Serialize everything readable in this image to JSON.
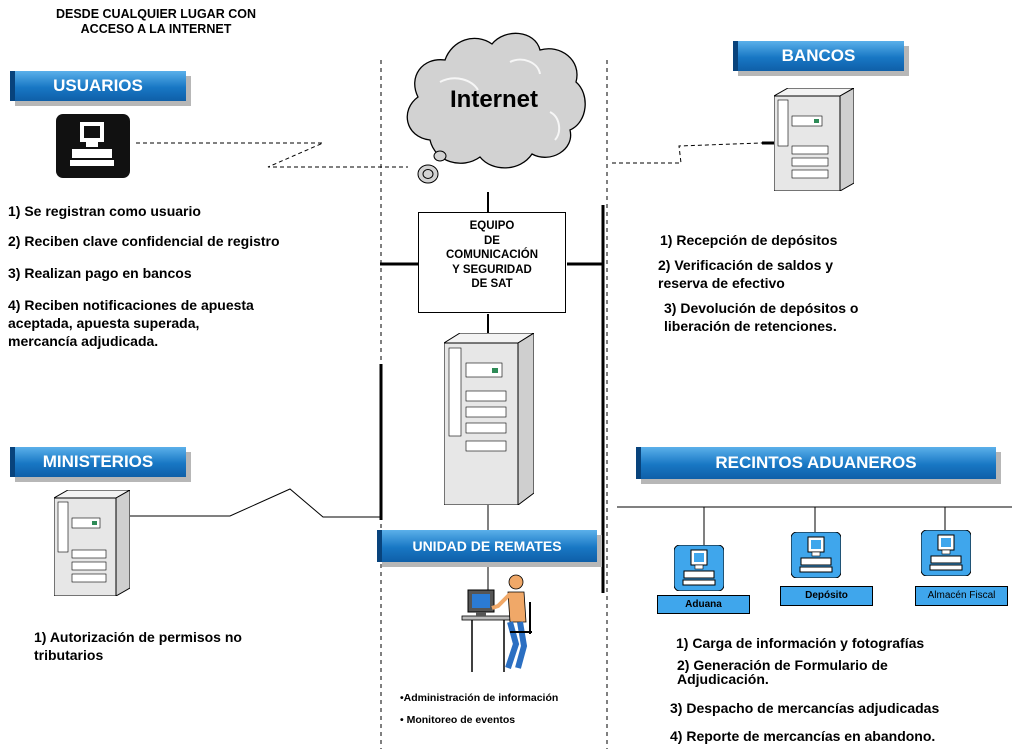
{
  "header": {
    "line1": "DESDE CUALQUIER LUGAR CON",
    "line2": "ACCESO A LA INTERNET"
  },
  "cloud": {
    "label": "Internet"
  },
  "equipo": {
    "lines": [
      "EQUIPO",
      "DE",
      "COMUNICACIÓN",
      "Y SEGURIDAD",
      "DE SAT"
    ]
  },
  "banners": {
    "usuarios": "USUARIOS",
    "bancos": "BANCOS",
    "ministerios": "MINISTERIOS",
    "recintos": "RECINTOS ADUANEROS",
    "unidad": "UNIDAD DE REMATES"
  },
  "usuarios_list": [
    "1) Se registran como usuario",
    "2) Reciben clave confidencial de registro",
    "3) Realizan pago en bancos",
    "4) Reciben notificaciones de apuesta",
    "aceptada, apuesta superada,",
    "mercancía adjudicada."
  ],
  "bancos_list": [
    "1) Recepción de depósitos",
    "2) Verificación de saldos y",
    "reserva de efectivo",
    "3) Devolución de depósitos o",
    "liberación de retenciones."
  ],
  "ministerios_list": [
    "1) Autorización de permisos no",
    "tributarios"
  ],
  "unidad_list": [
    "•Administración de información",
    "• Monitoreo de eventos"
  ],
  "recintos_labels": [
    "Aduana",
    "Depósito",
    "Almacén Fiscal"
  ],
  "recintos_list": [
    "1) Carga de información y fotografías",
    "2) Generación de Formulario de",
    "Adjudicación.",
    "3) Despacho de mercancías adjudicadas",
    "4) Reporte de mercancías en abandono."
  ],
  "colors": {
    "banner": "#1877c4",
    "terminal": "#3fa6ec",
    "server": "#e7e7e7"
  }
}
